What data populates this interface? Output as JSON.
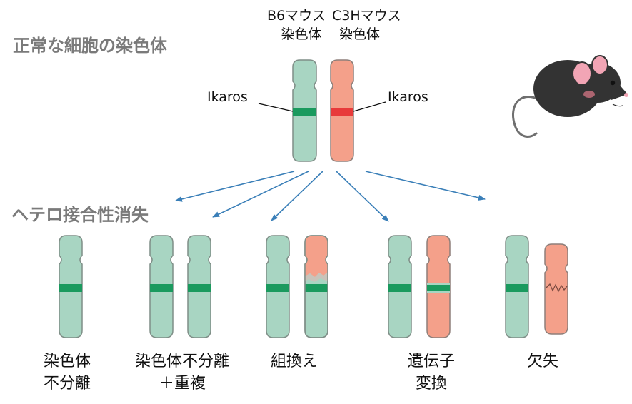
{
  "headings": {
    "normal": "正常な細胞の染色体",
    "loh": "ヘテロ接合性消失"
  },
  "strains": {
    "b6": {
      "line1": "B6マウス",
      "line2": "染色体"
    },
    "c3h": {
      "line1": "C3Hマウス",
      "line2": "染色体"
    }
  },
  "genes": {
    "left": "Ikaros",
    "right": "Ikaros"
  },
  "mechanisms": [
    {
      "line1": "染色体",
      "line2": "不分離"
    },
    {
      "line1": "染色体不分離",
      "line2": "＋重複"
    },
    {
      "line1": "組換え",
      "line2": ""
    },
    {
      "line1": "遺伝子",
      "line2": "変換"
    },
    {
      "line1": "欠失",
      "line2": ""
    }
  ],
  "colors": {
    "b6_chromosome": "#a8d5c2",
    "c3h_chromosome": "#f4a08a",
    "b6_band": "#1a9a5e",
    "c3h_band": "#e83a3a",
    "arrow": "#3a7fb8",
    "heading": "#7a7a7a",
    "mouse_body": "#333333",
    "mouse_ear": "#f2a5b5"
  },
  "icons": {
    "mouse": "mouse-illustration"
  }
}
